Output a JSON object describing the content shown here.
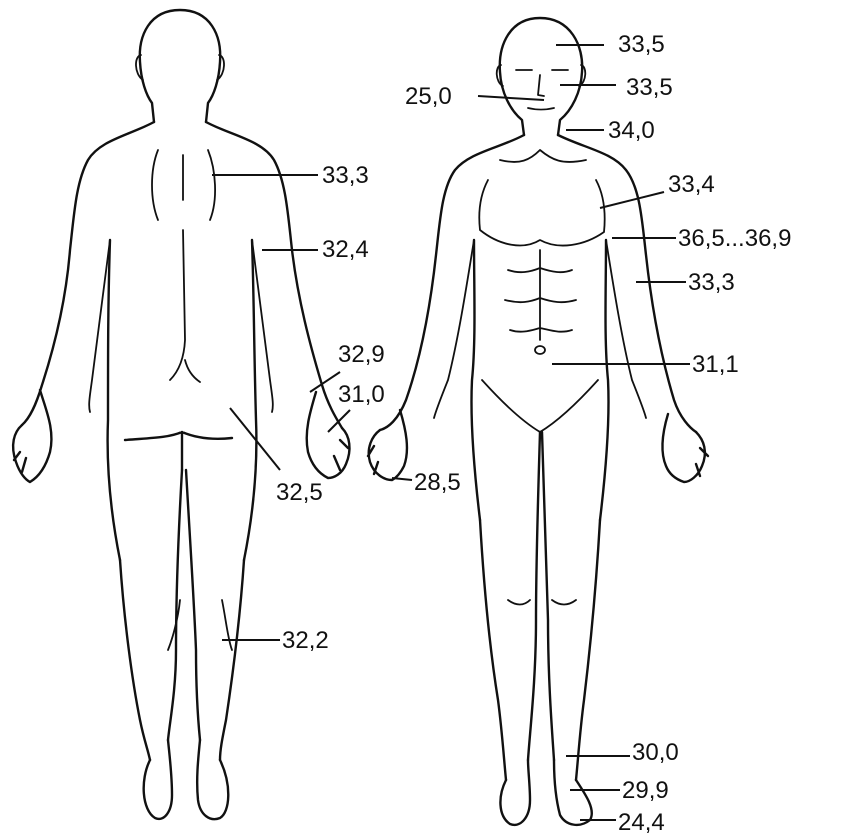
{
  "figures": {
    "back": {
      "name": "back-view-figure"
    },
    "front": {
      "name": "front-view-figure"
    }
  },
  "labels": [
    {
      "id": "back-upper-back",
      "text": "33,3"
    },
    {
      "id": "back-upper-arm",
      "text": "32,4"
    },
    {
      "id": "back-forearm",
      "text": "32,9"
    },
    {
      "id": "back-wrist",
      "text": "31,0"
    },
    {
      "id": "back-buttock",
      "text": "32,5"
    },
    {
      "id": "back-calf",
      "text": "32,2"
    },
    {
      "id": "front-forehead",
      "text": "33,5"
    },
    {
      "id": "front-cheek",
      "text": "33,5"
    },
    {
      "id": "front-nose",
      "text": "25,0"
    },
    {
      "id": "front-neck",
      "text": "34,0"
    },
    {
      "id": "front-chest",
      "text": "33,4"
    },
    {
      "id": "front-armpit",
      "text": "36,5...36,9"
    },
    {
      "id": "front-upper-arm",
      "text": "33,3"
    },
    {
      "id": "front-abdomen",
      "text": "31,1"
    },
    {
      "id": "front-hand",
      "text": "28,5"
    },
    {
      "id": "front-shin",
      "text": "30,0"
    },
    {
      "id": "front-ankle",
      "text": "29,9"
    },
    {
      "id": "front-toes",
      "text": "24,4"
    }
  ]
}
